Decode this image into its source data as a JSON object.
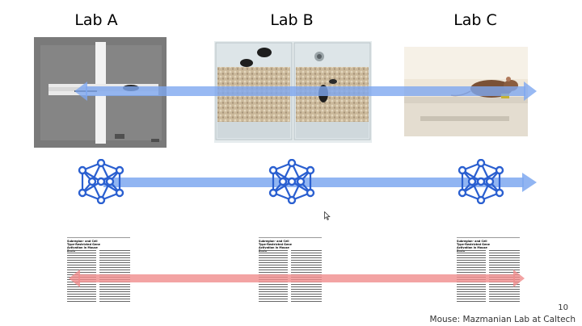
{
  "labs": [
    {
      "name": "Lab A",
      "photo": "mouse-plus-maze-photo"
    },
    {
      "name": "Lab B",
      "photo": "mice-in-cages-photo"
    },
    {
      "name": "Lab C",
      "photo": "mouse-on-rail-photo"
    }
  ],
  "arrows": {
    "top_color": "#7ea8f0",
    "middle_color": "#7ea8f0",
    "bottom_color": "#f08c8c"
  },
  "icons": [
    "neural-network-icon",
    "neural-network-icon",
    "neural-network-icon"
  ],
  "papers": {
    "title": "Subregion- and Cell Type-Restricted Gene Activation in Mouse Brain"
  },
  "slide_number": "10",
  "credit": "Mouse: Mazmanian Lab at Caltech",
  "colors": {
    "network": "#2a5fd0",
    "accent_blue": "#7ea8f0",
    "accent_red": "#f08c8c"
  }
}
